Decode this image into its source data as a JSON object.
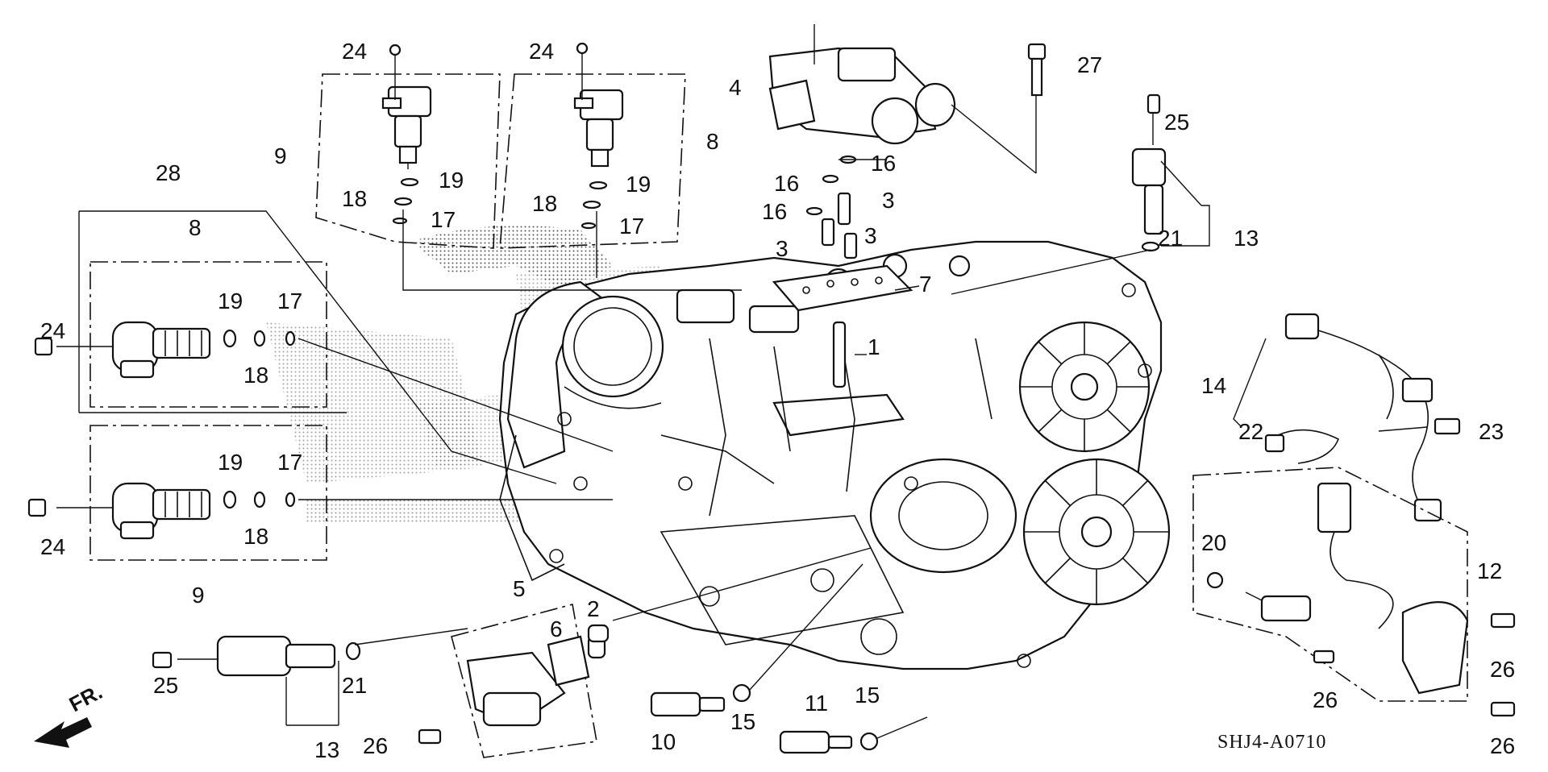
{
  "diagram": {
    "code": "SHJ4-A0710",
    "direction_label": "FR.",
    "callouts": [
      {
        "id": "c28",
        "text": "28"
      },
      {
        "id": "c24a",
        "text": "24"
      },
      {
        "id": "c24b",
        "text": "24"
      },
      {
        "id": "c24c",
        "text": "24"
      },
      {
        "id": "c24d",
        "text": "24"
      },
      {
        "id": "c27",
        "text": "27"
      },
      {
        "id": "c4",
        "text": "4"
      },
      {
        "id": "c25a",
        "text": "25"
      },
      {
        "id": "c25b",
        "text": "25"
      },
      {
        "id": "c9a",
        "text": "9"
      },
      {
        "id": "c9b",
        "text": "9"
      },
      {
        "id": "c8a",
        "text": "8"
      },
      {
        "id": "c8b",
        "text": "8"
      },
      {
        "id": "c19a",
        "text": "19"
      },
      {
        "id": "c19b",
        "text": "19"
      },
      {
        "id": "c19c",
        "text": "19"
      },
      {
        "id": "c19d",
        "text": "19"
      },
      {
        "id": "c18a",
        "text": "18"
      },
      {
        "id": "c18b",
        "text": "18"
      },
      {
        "id": "c18c",
        "text": "18"
      },
      {
        "id": "c18d",
        "text": "18"
      },
      {
        "id": "c17a",
        "text": "17"
      },
      {
        "id": "c17b",
        "text": "17"
      },
      {
        "id": "c17c",
        "text": "17"
      },
      {
        "id": "c17d",
        "text": "17"
      },
      {
        "id": "c16a",
        "text": "16"
      },
      {
        "id": "c16b",
        "text": "16"
      },
      {
        "id": "c16c",
        "text": "16"
      },
      {
        "id": "c3a",
        "text": "3"
      },
      {
        "id": "c3b",
        "text": "3"
      },
      {
        "id": "c3c",
        "text": "3"
      },
      {
        "id": "c7",
        "text": "7"
      },
      {
        "id": "c1",
        "text": "1"
      },
      {
        "id": "c13a",
        "text": "13"
      },
      {
        "id": "c13b",
        "text": "13"
      },
      {
        "id": "c21a",
        "text": "21"
      },
      {
        "id": "c21b",
        "text": "21"
      },
      {
        "id": "c14",
        "text": "14"
      },
      {
        "id": "c22",
        "text": "22"
      },
      {
        "id": "c23",
        "text": "23"
      },
      {
        "id": "c12",
        "text": "12"
      },
      {
        "id": "c20",
        "text": "20"
      },
      {
        "id": "c26a",
        "text": "26"
      },
      {
        "id": "c26b",
        "text": "26"
      },
      {
        "id": "c26c",
        "text": "26"
      },
      {
        "id": "c26d",
        "text": "26"
      },
      {
        "id": "c5",
        "text": "5"
      },
      {
        "id": "c6",
        "text": "6"
      },
      {
        "id": "c2",
        "text": "2"
      },
      {
        "id": "c10",
        "text": "10"
      },
      {
        "id": "c11",
        "text": "11"
      },
      {
        "id": "c15a",
        "text": "15"
      },
      {
        "id": "c15b",
        "text": "15"
      }
    ]
  }
}
